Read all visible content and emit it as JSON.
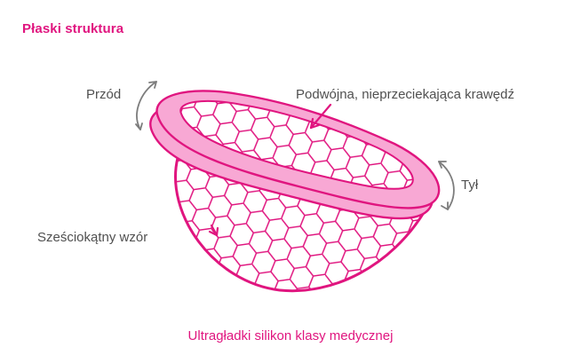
{
  "title": "Płaski struktura",
  "labels": {
    "front": "Przód",
    "rim": "Podwójna, nieprzeciekająca krawędź",
    "back": "Tył",
    "hex": "Sześciokątny wzór"
  },
  "caption": "Ultragładki silikon klasy medycznej",
  "colors": {
    "accent": "#e0157f",
    "rim_fill": "#f8a8d4",
    "text": "#505050",
    "arrow": "#7d7d7d"
  }
}
